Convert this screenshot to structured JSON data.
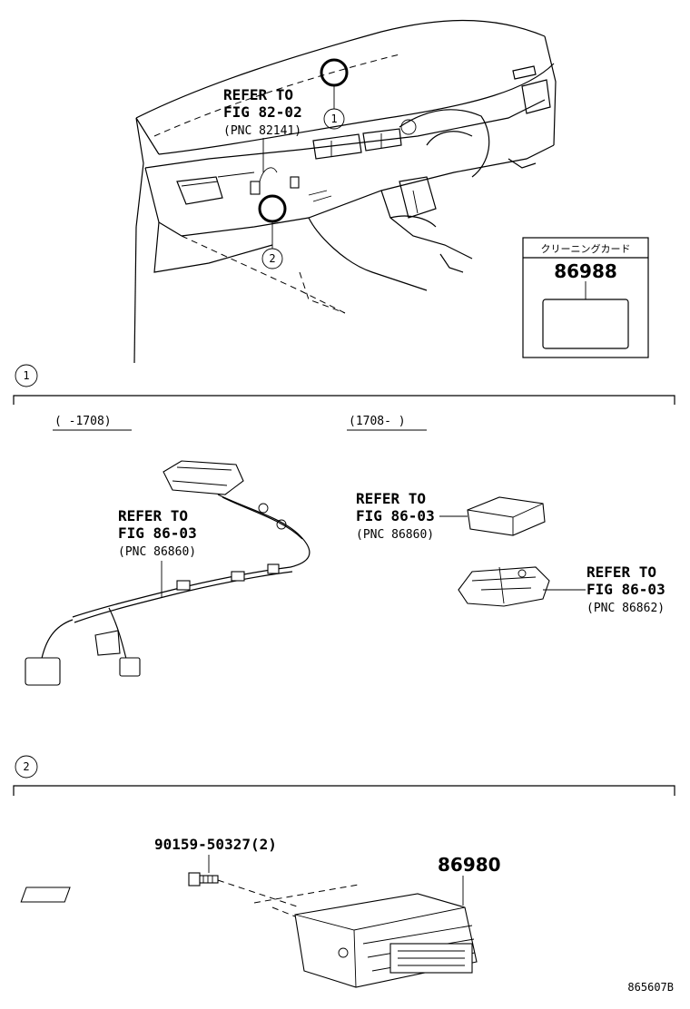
{
  "overview": {
    "refer1": {
      "line1": "REFER TO",
      "line2": "FIG 82-02",
      "pnc": "(PNC 82141)"
    },
    "callouts": [
      "1",
      "2"
    ],
    "card_box": {
      "header": "クリーニングカード",
      "part": "86988"
    }
  },
  "section1": {
    "number": "1",
    "range_left": "(   -1708)",
    "range_right": "(1708-    )",
    "refer_harness": {
      "line1": "REFER TO",
      "line2": "FIG 86-03",
      "pnc": "(PNC 86860)"
    },
    "refer_module": {
      "line1": "REFER TO",
      "line2": "FIG 86-03",
      "pnc": "(PNC 86860)"
    },
    "refer_bracket": {
      "line1": "REFER TO",
      "line2": "FIG 86-03",
      "pnc": "(PNC 86862)"
    }
  },
  "section2": {
    "number": "2",
    "bolt_part": "90159-50327(2)",
    "ecu_part": "86980"
  },
  "footer": {
    "figure_code": "865607B"
  }
}
